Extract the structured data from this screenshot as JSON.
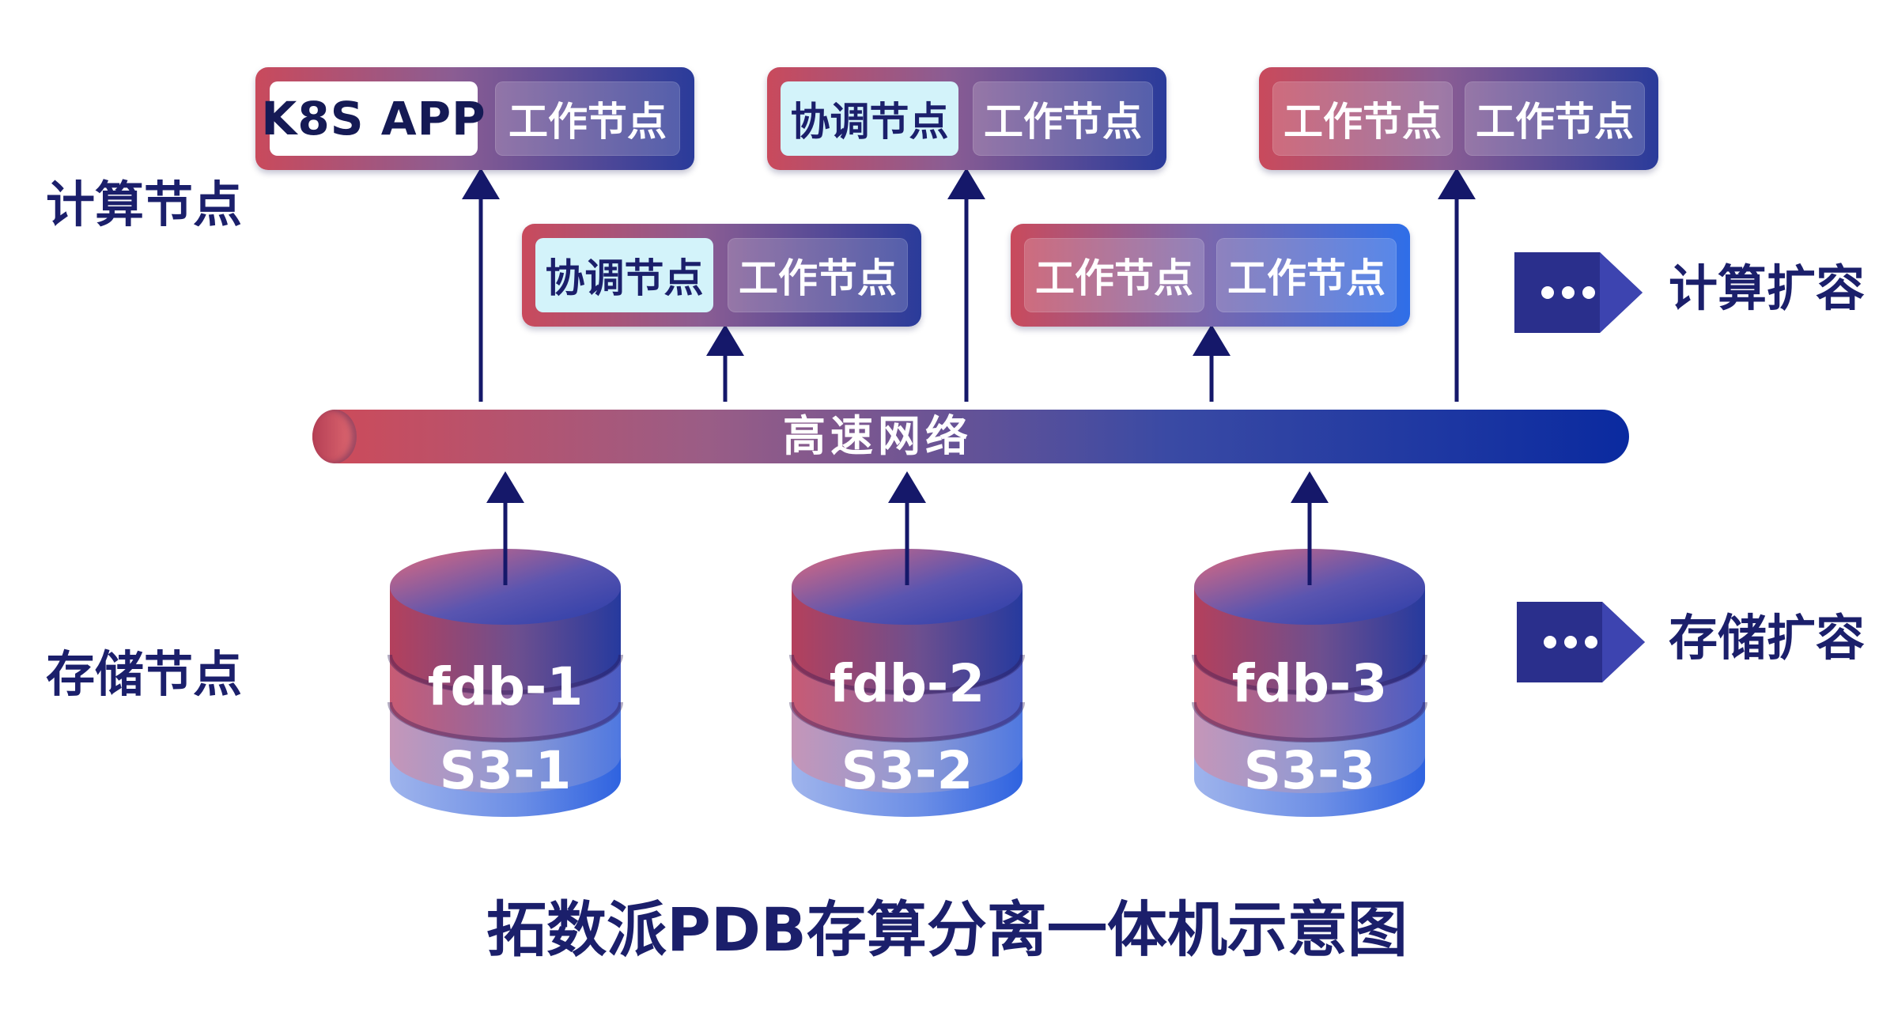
{
  "left_labels": {
    "compute": "计算节点",
    "storage": "存储节点"
  },
  "compute_cards": [
    {
      "chips": [
        "K8S  APP",
        "工作节点"
      ]
    },
    {
      "chips": [
        "协调节点",
        "工作节点"
      ]
    },
    {
      "chips": [
        "工作节点",
        "工作节点"
      ]
    },
    {
      "chips": [
        "协调节点",
        "工作节点"
      ]
    },
    {
      "chips": [
        "工作节点",
        "工作节点"
      ]
    }
  ],
  "network": {
    "label": "高速网络"
  },
  "databases": [
    {
      "top": "fdb-1",
      "bottom": "S3-1"
    },
    {
      "top": "fdb-2",
      "bottom": "S3-2"
    },
    {
      "top": "fdb-3",
      "bottom": "S3-3"
    }
  ],
  "scale": {
    "compute": "计算扩容",
    "storage": "存储扩容",
    "dots_icon": "ellipsis-icon"
  },
  "title": "拓数派PDB存算分离一体机示意图",
  "colors": {
    "navy": "#1b1f6b",
    "red": "#c94a5c",
    "blue": "#2a3b9a",
    "coord_fill": "#d3f3fa"
  }
}
